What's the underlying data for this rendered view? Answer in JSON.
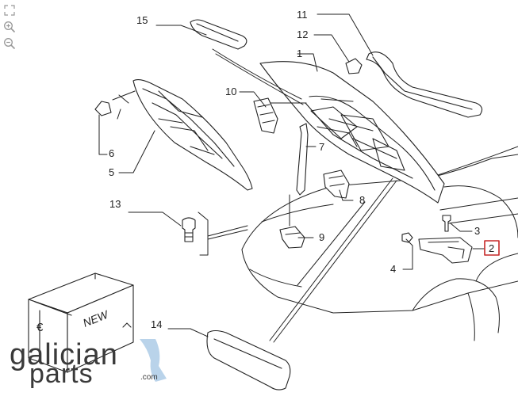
{
  "toolbar": {
    "fullscreen_icon": "fullscreen-icon",
    "zoom_in_icon": "zoom-in-icon",
    "zoom_out_icon": "zoom-out-icon"
  },
  "diagram": {
    "callouts": [
      "1",
      "2",
      "3",
      "4",
      "5",
      "6",
      "7",
      "8",
      "9",
      "10",
      "11",
      "12",
      "13",
      "14",
      "15"
    ],
    "highlighted_callout": "2",
    "highlight_color": "#c62828"
  },
  "box_label": "NEW",
  "euro_symbol": "€",
  "watermark": {
    "line1": "galician",
    "line2": "parts",
    "domain": ".com",
    "accent_color": "#b9d3ea"
  }
}
